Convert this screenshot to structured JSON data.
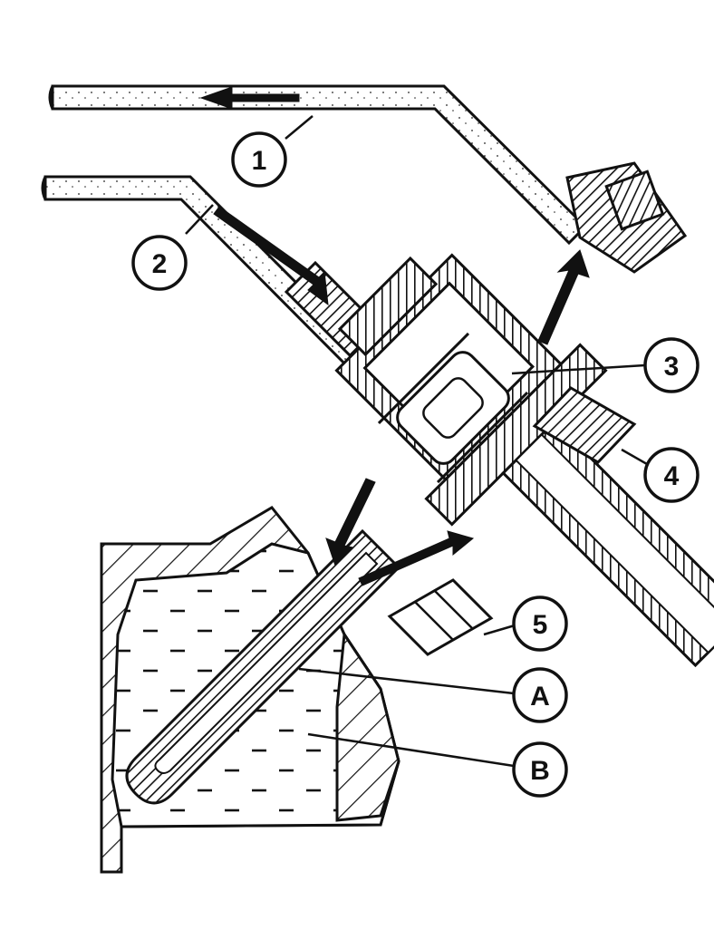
{
  "callouts": [
    {
      "id": "1",
      "label": "1"
    },
    {
      "id": "2",
      "label": "2"
    },
    {
      "id": "3",
      "label": "3"
    },
    {
      "id": "4",
      "label": "4"
    },
    {
      "id": "5",
      "label": "5"
    },
    {
      "id": "A",
      "label": "A"
    },
    {
      "id": "B",
      "label": "B"
    }
  ],
  "colors": {
    "ink": "#111111",
    "paper": "#ffffff",
    "fluid": "#f4f4f4"
  }
}
